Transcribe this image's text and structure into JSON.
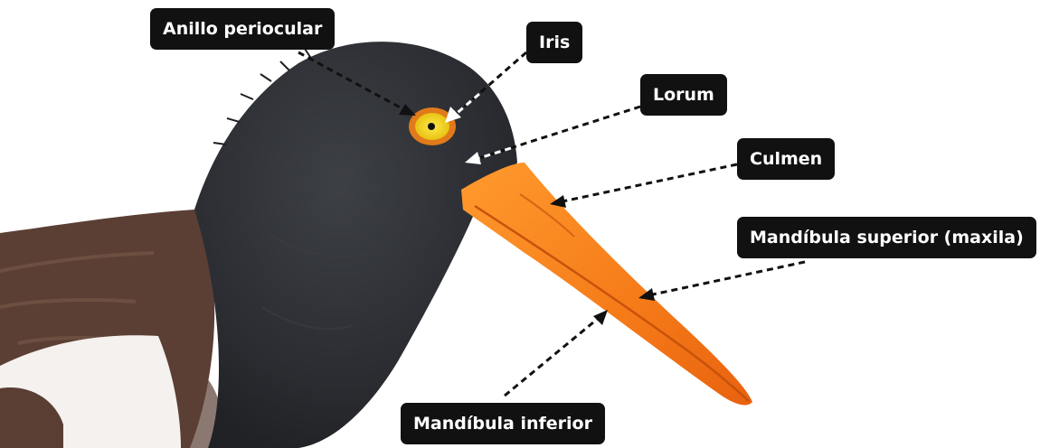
{
  "labels": {
    "anillo": "Anillo periocular",
    "iris": "Iris",
    "lorum": "Lorum",
    "culmen": "Culmen",
    "maxila": "Mandíbula superior (maxila)",
    "inferior": "Mandíbula inferior"
  },
  "colors": {
    "plumage": "#2b2e33",
    "back": "#5a3e33",
    "belly": "#f4f1ee",
    "bill": "#f7821b",
    "eye": "#f2d21a",
    "ring": "#e07a1a",
    "label_bg": "#111111"
  }
}
